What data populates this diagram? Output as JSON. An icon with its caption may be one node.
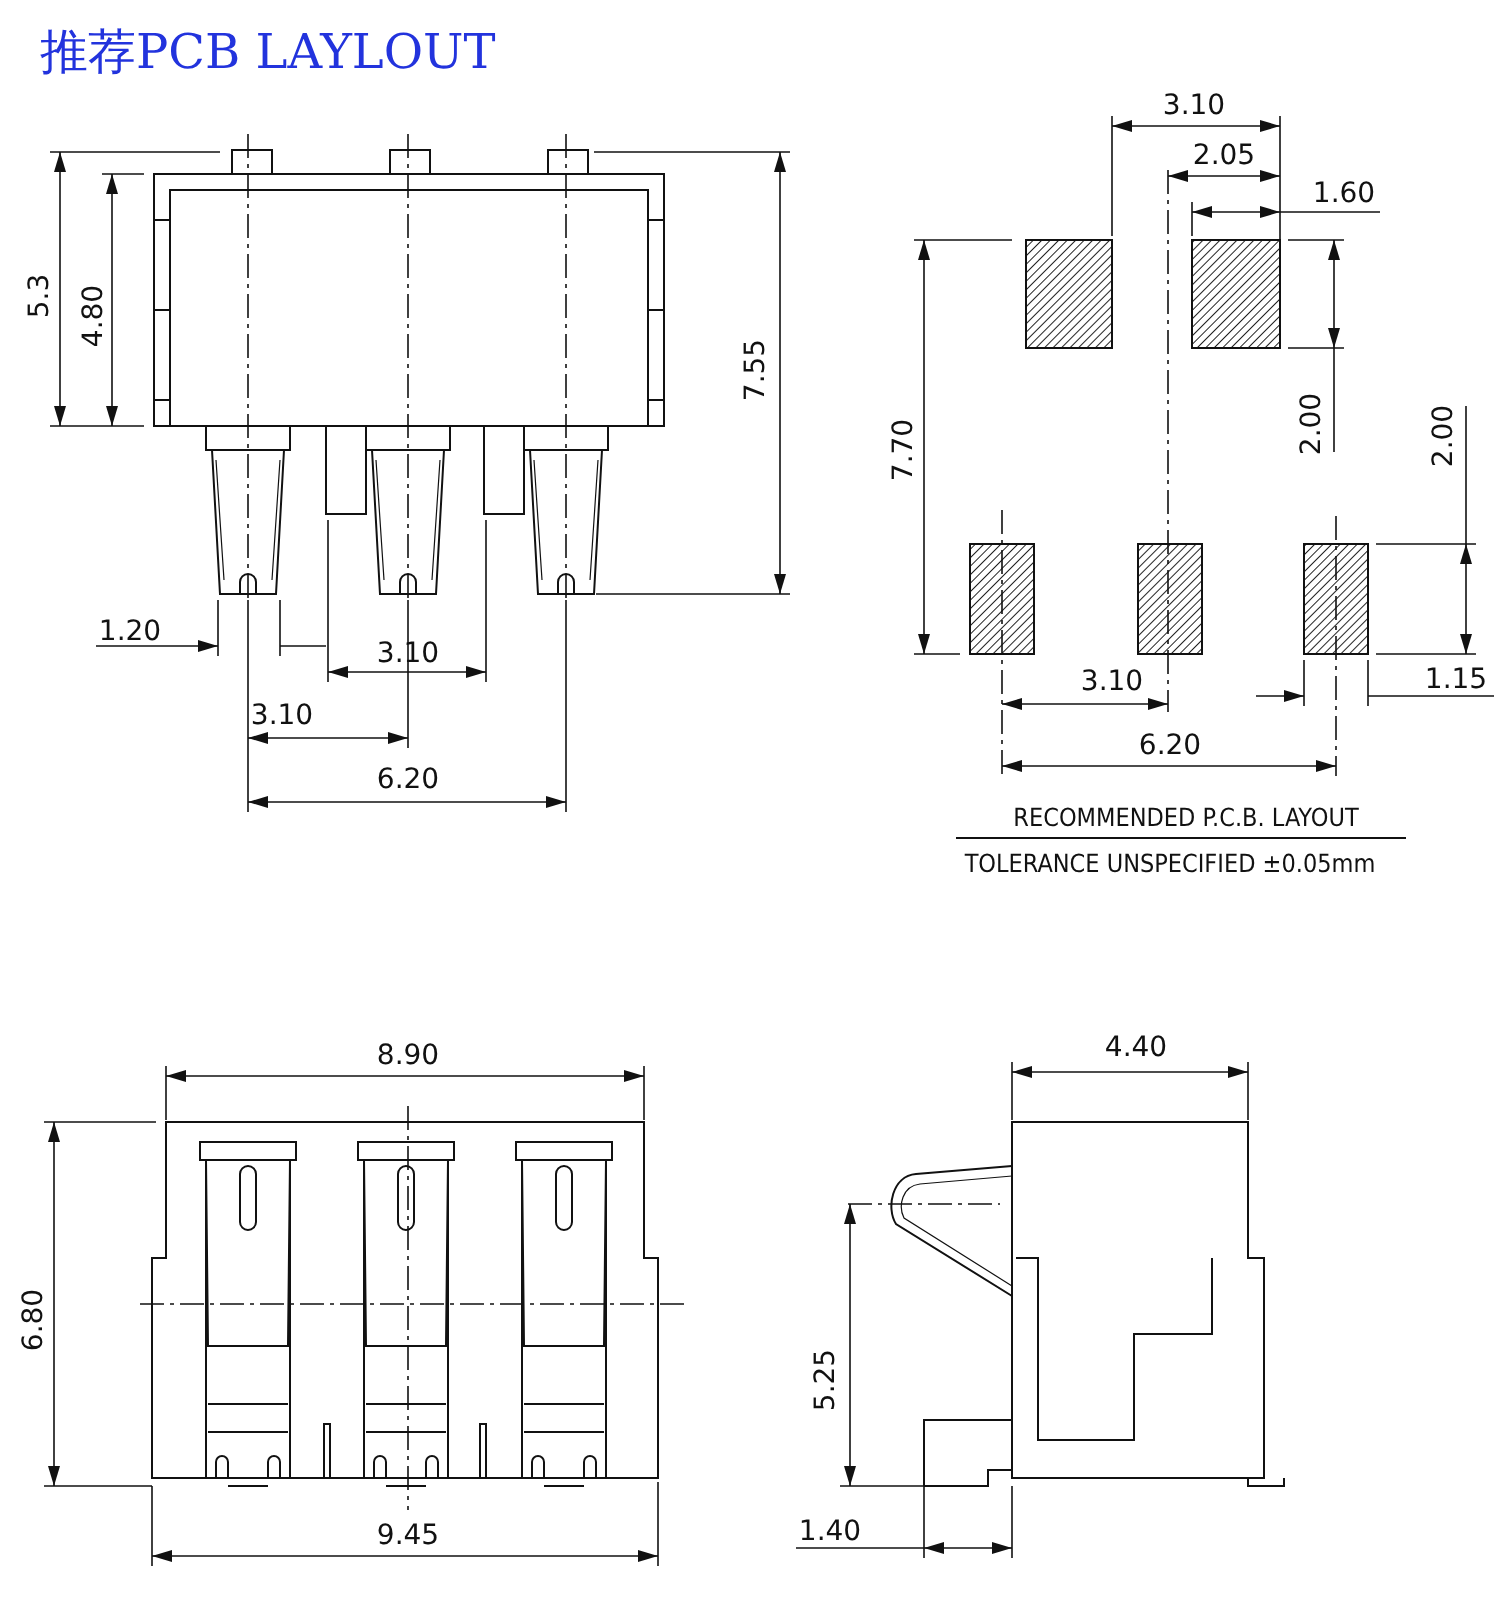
{
  "diagram": {
    "title": "推荐PCB LAYLOUT",
    "labels": [
      "3.10",
      "2.05",
      "5.3",
      "4.80",
      "1.60",
      "7.55",
      "7.70",
      "2.00",
      "2.00",
      "1.20",
      "3.10",
      "3.10",
      "1.15",
      "3.10",
      "6.20",
      "6.20",
      "RECOMMENDED P.C.B. LAYOUT",
      "TOLERANCE UNSPECIFIED ±0.05mm",
      "8.90",
      "4.40",
      "6.80",
      "5.25",
      "9.45",
      "1.40"
    ]
  }
}
